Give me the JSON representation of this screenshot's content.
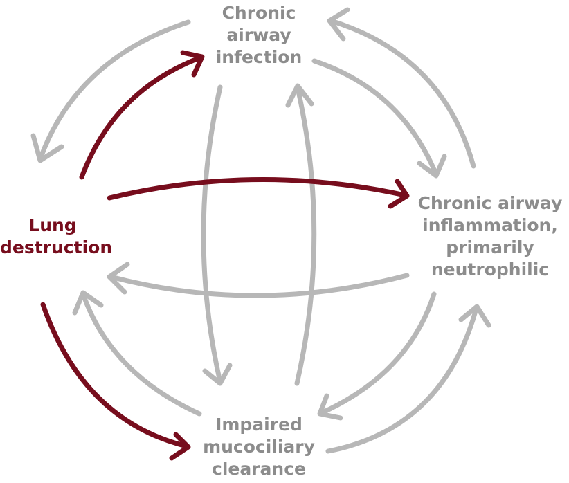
{
  "nodes": {
    "infection": {
      "lines": [
        "Chronic",
        "airway",
        "infection"
      ]
    },
    "inflammation": {
      "lines": [
        "Chronic airway",
        "inflammation,",
        "primarily",
        "neutrophilic"
      ]
    },
    "clearance": {
      "lines": [
        "Impaired",
        "mucociliary",
        "clearance"
      ]
    },
    "destruction": {
      "lines": [
        "Lung",
        "destruction"
      ]
    }
  },
  "colors": {
    "gray_arrow": "#b7b7b7",
    "red_arrow": "#770d1d",
    "gray_text": "#8c8c8c",
    "red_text": "#770d1d"
  }
}
